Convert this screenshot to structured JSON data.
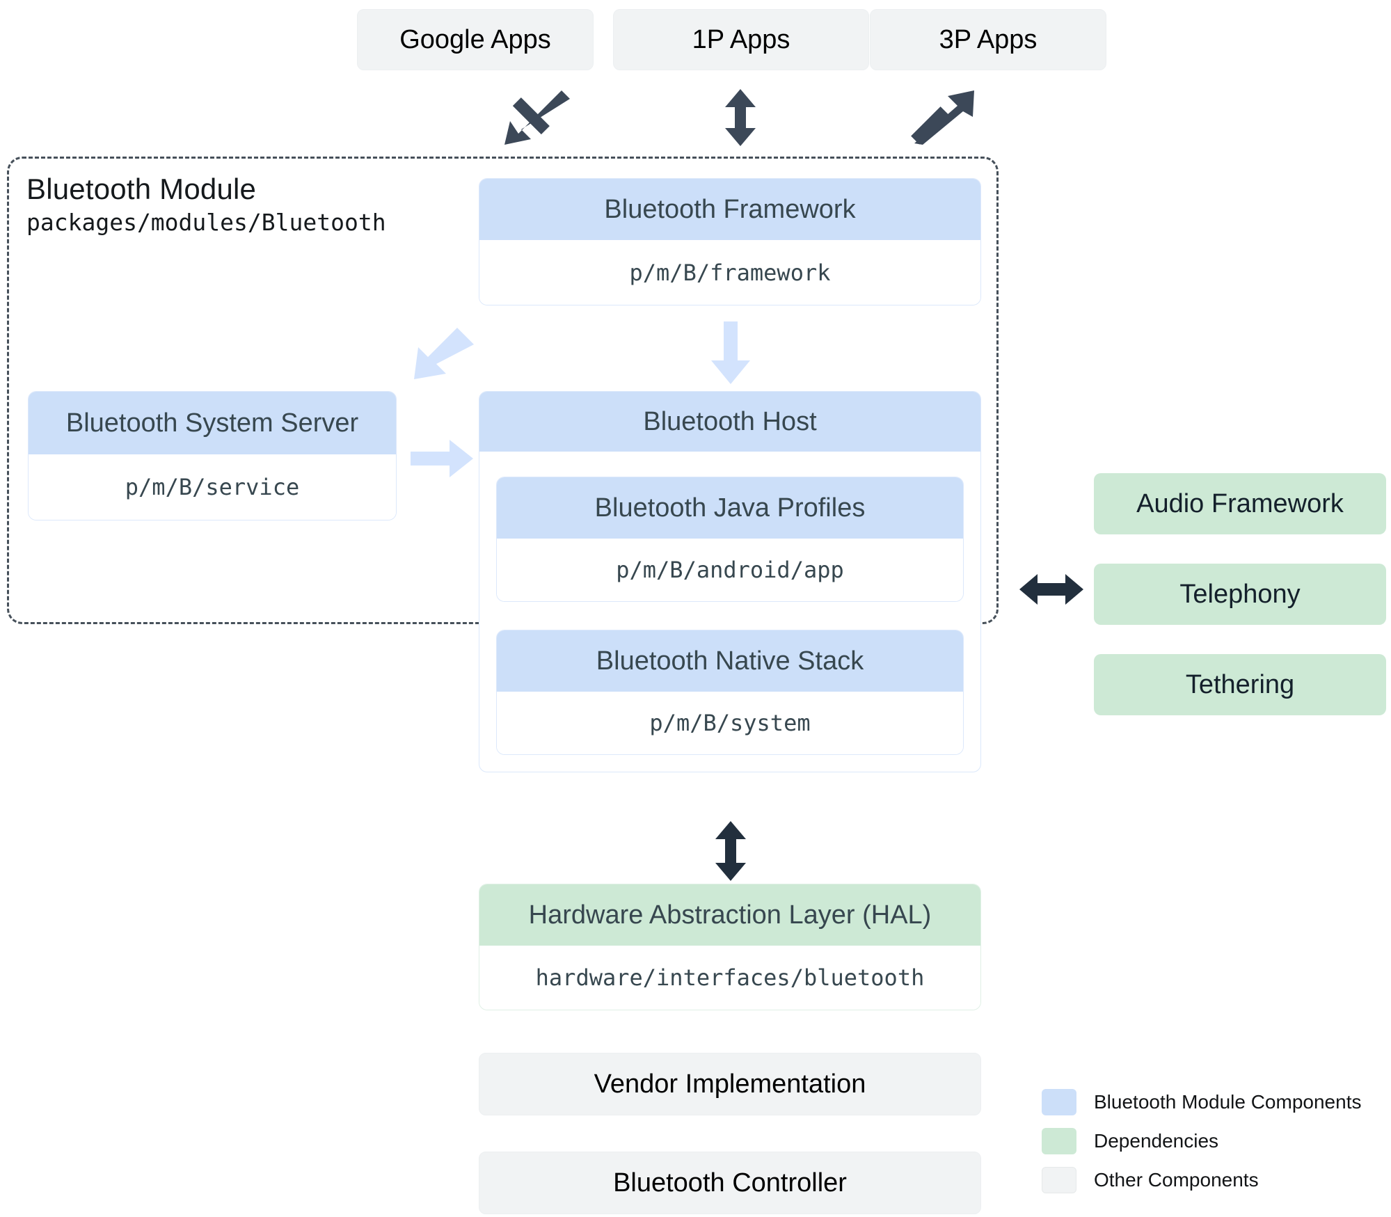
{
  "top_apps": [
    {
      "label": "Google Apps"
    },
    {
      "label": "1P Apps"
    },
    {
      "label": "3P Apps"
    }
  ],
  "module": {
    "title": "Bluetooth Module",
    "path": "packages/modules/Bluetooth"
  },
  "framework": {
    "title": "Bluetooth Framework",
    "path": "p/m/B/framework"
  },
  "system_server": {
    "title": "Bluetooth System Server",
    "path": "p/m/B/service"
  },
  "host": {
    "title": "Bluetooth Host",
    "children": [
      {
        "title": "Bluetooth Java Profiles",
        "path": "p/m/B/android/app"
      },
      {
        "title": "Bluetooth Native Stack",
        "path": "p/m/B/system"
      }
    ]
  },
  "dependencies": [
    {
      "label": "Audio Framework"
    },
    {
      "label": "Telephony"
    },
    {
      "label": "Tethering"
    }
  ],
  "hal": {
    "title": "Hardware Abstraction Layer (HAL)",
    "path": "hardware/interfaces/bluetooth"
  },
  "bottom": [
    {
      "label": "Vendor Implementation"
    },
    {
      "label": "Bluetooth Controller"
    }
  ],
  "legend": [
    {
      "label": "Bluetooth Module Components",
      "color": "#ccdff9"
    },
    {
      "label": "Dependencies",
      "color": "#cde9d5"
    },
    {
      "label": "Other Components",
      "color": "#f1f3f4"
    }
  ],
  "colors": {
    "module_blue": "#ccdff9",
    "dependency_green": "#cde9d5",
    "other_grey": "#f1f3f4",
    "arrow_dark": "#3c4858",
    "arrow_light": "#d3e3fd"
  },
  "arrows": {
    "google_apps_to_module": "diagonal-down-left-arrow",
    "onep_apps_to_module": "vertical-double-arrow",
    "threep_apps_to_module": "diagonal-up-right-arrow",
    "framework_to_server": "diagonal-up-left-arrow",
    "framework_to_host": "down-arrow",
    "server_to_host": "right-arrow",
    "module_to_dependencies": "horizontal-double-arrow",
    "module_to_hal": "vertical-double-arrow"
  }
}
